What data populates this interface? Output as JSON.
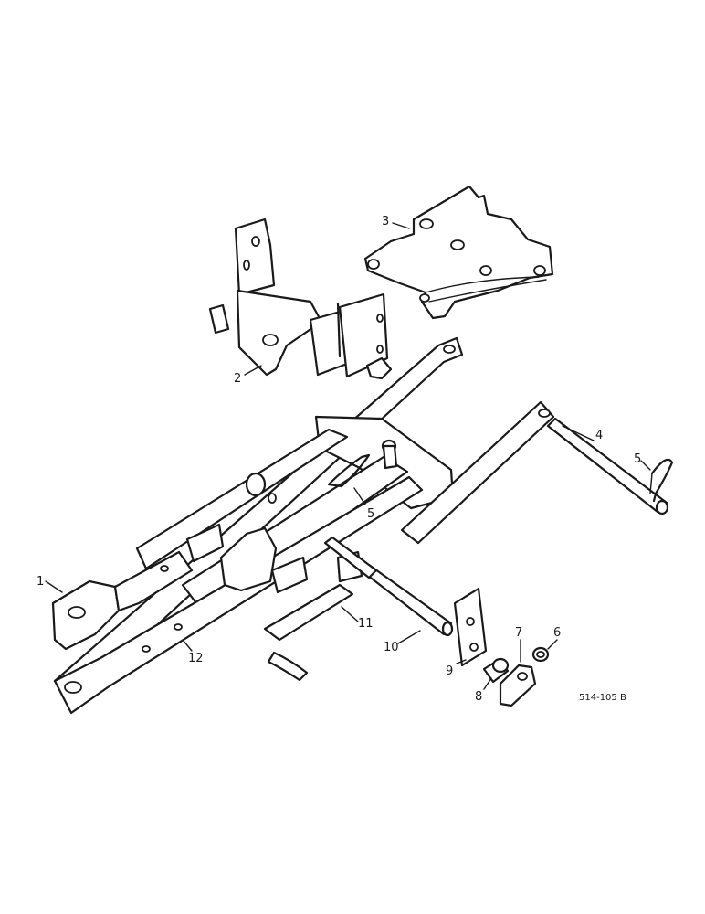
{
  "callouts": {
    "c1": "1",
    "c2": "2",
    "c3": "3",
    "c4": "4",
    "c5a": "5",
    "c5b": "5",
    "c6": "6",
    "c7": "7",
    "c8": "8",
    "c9": "9",
    "c10": "10",
    "c11": "11",
    "c12": "12"
  },
  "reference_code": "514-105 B"
}
